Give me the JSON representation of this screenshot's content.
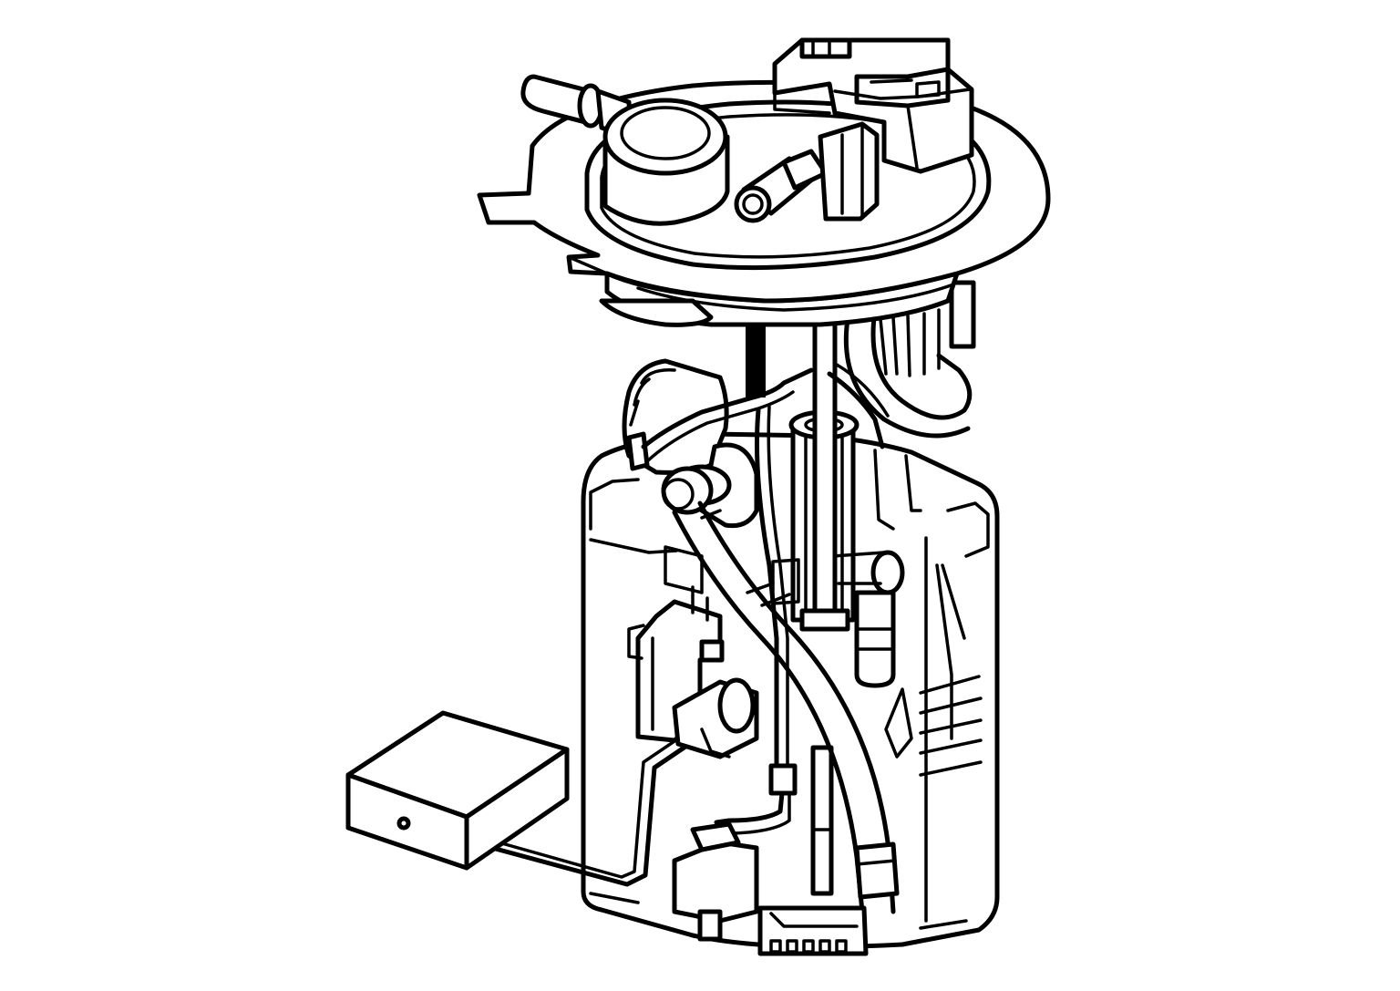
{
  "diagram": {
    "style": "black line art on white",
    "colors": {
      "line": "#000000",
      "background": "#ffffff"
    },
    "components": [
      "module-flange",
      "fuel-feed-pipe",
      "vent-pipe",
      "electrical-connector",
      "reservoir-bucket",
      "fuel-pump",
      "fuel-hose",
      "wiring-harness",
      "fuel-level-sender",
      "float-arm",
      "float"
    ]
  }
}
